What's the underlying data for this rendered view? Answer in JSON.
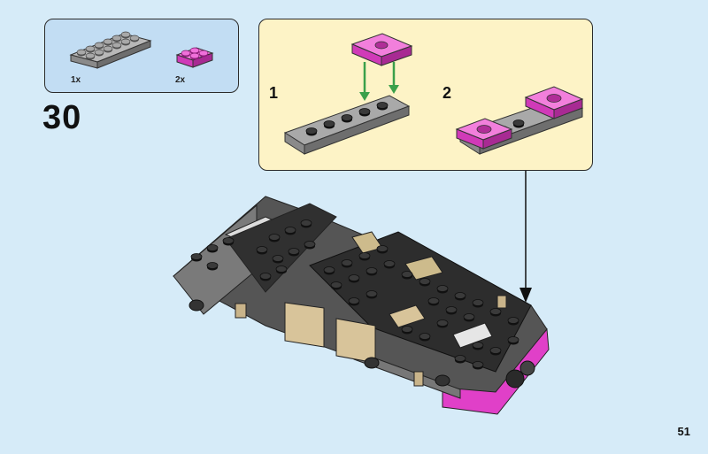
{
  "step": {
    "number": "30"
  },
  "parts": [
    {
      "qty": "1x",
      "name": "plate-2x6-gray",
      "color": "#8a8a8a"
    },
    {
      "qty": "2x",
      "name": "plate-2x2-magenta",
      "color": "#e040c8"
    }
  ],
  "substeps": [
    {
      "label": "1"
    },
    {
      "label": "2"
    }
  ],
  "page": {
    "number": "51"
  },
  "colors": {
    "background": "#d6ebf8",
    "parts_box": "#c2ddf3",
    "substep_box": "#fdf3c6",
    "arrow": "#3aa04a",
    "brick_black": "#2a2a2a",
    "brick_gray": "#8c8c8c",
    "brick_tan": "#d8c49a",
    "brick_magenta": "#e040c8"
  }
}
